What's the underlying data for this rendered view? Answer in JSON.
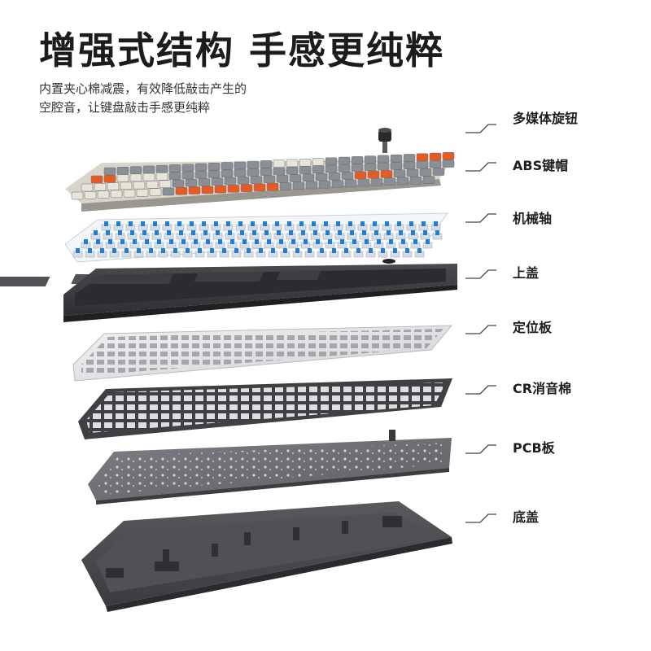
{
  "header": {
    "title": "增强式结构 手感更纯粹",
    "subtitle_line1": "内置夹心棉减震，有效降低敲击产生的",
    "subtitle_line2": "空腔音，让键盘敲击手感更纯粹"
  },
  "layers": [
    {
      "id": "knob",
      "label": "多媒体旋钮"
    },
    {
      "id": "keycaps",
      "label": "ABS键帽"
    },
    {
      "id": "switches",
      "label": "机械轴"
    },
    {
      "id": "top-case",
      "label": "上盖"
    },
    {
      "id": "plate",
      "label": "定位板"
    },
    {
      "id": "foam",
      "label": "CR消音棉"
    },
    {
      "id": "pcb",
      "label": "PCB板"
    },
    {
      "id": "bottom-case",
      "label": "底盖"
    }
  ],
  "colors": {
    "keycap_grey": "#8a8f96",
    "keycap_cream": "#e9e4d8",
    "keycap_orange": "#e85a24",
    "switch_blue": "#1f7fd6",
    "case_dark": "#3c3d40",
    "plate_silver": "#e3e4e6",
    "foam_dark": "#45464a",
    "pcb_grey": "#6f7176"
  }
}
